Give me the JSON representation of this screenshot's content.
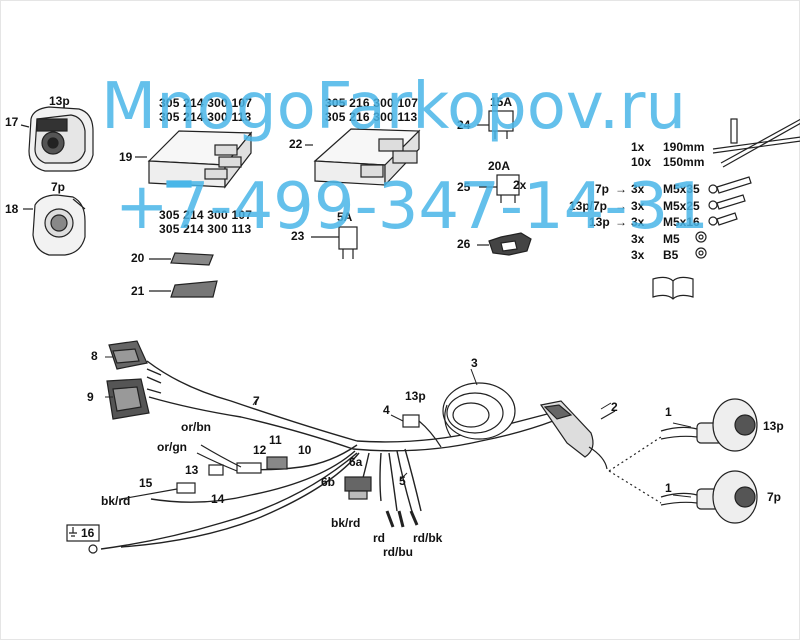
{
  "watermark": {
    "line1": "MnogoFarkopov.ru",
    "line2": "+7-499-347-14-31"
  },
  "parts": {
    "p17": {
      "num": "17",
      "label": "13p"
    },
    "p18": {
      "num": "18",
      "label": "7p"
    },
    "p19": {
      "num": "19",
      "codes_top": [
        "305 214 300 107",
        "305 214 300 113"
      ],
      "codes_bottom": [
        "305 214 300 107",
        "305 214 300 113"
      ]
    },
    "p20": {
      "num": "20"
    },
    "p21": {
      "num": "21"
    },
    "p22": {
      "num": "22",
      "codes": [
        "305 216 300 107",
        "305 216 300 113"
      ]
    },
    "p23": {
      "num": "23",
      "label": "5A"
    },
    "p24": {
      "num": "24",
      "label": "15A"
    },
    "p25": {
      "num": "25",
      "label": "20A",
      "qty": "2x"
    },
    "p26": {
      "num": "26"
    }
  },
  "hardware": [
    {
      "qty": "1x",
      "desc": "190mm"
    },
    {
      "qty": "10x",
      "desc": "150mm"
    },
    {
      "pre": "7p",
      "qty": "3x",
      "desc": "M5x35"
    },
    {
      "pre": "13p/7p",
      "qty": "3x",
      "desc": "M5x25"
    },
    {
      "pre": "13p",
      "qty": "3x",
      "desc": "M5x16"
    },
    {
      "qty": "3x",
      "desc": "M5"
    },
    {
      "qty": "3x",
      "desc": "B5"
    }
  ],
  "arrow": "→",
  "harness": {
    "n1a": "1",
    "n1b": "1",
    "n2": "2",
    "n3": "3",
    "n4": "4",
    "n5": "5",
    "n6a": "6a",
    "n6b": "6b",
    "n7": "7",
    "n8": "8",
    "n9": "9",
    "n10": "10",
    "n11": "11",
    "n12": "12",
    "n13": "13",
    "n14": "14",
    "n15": "15",
    "n16": "16",
    "socket13": "13p",
    "socket7": "7p",
    "plug4": "13p",
    "or_bn": "or/bn",
    "or_gn": "or/gn",
    "bk_rd_left": "bk/rd",
    "bk_rd_mid": "bk/rd",
    "rd": "rd",
    "rd_bu": "rd/bu",
    "rd_bk": "rd/bk"
  }
}
